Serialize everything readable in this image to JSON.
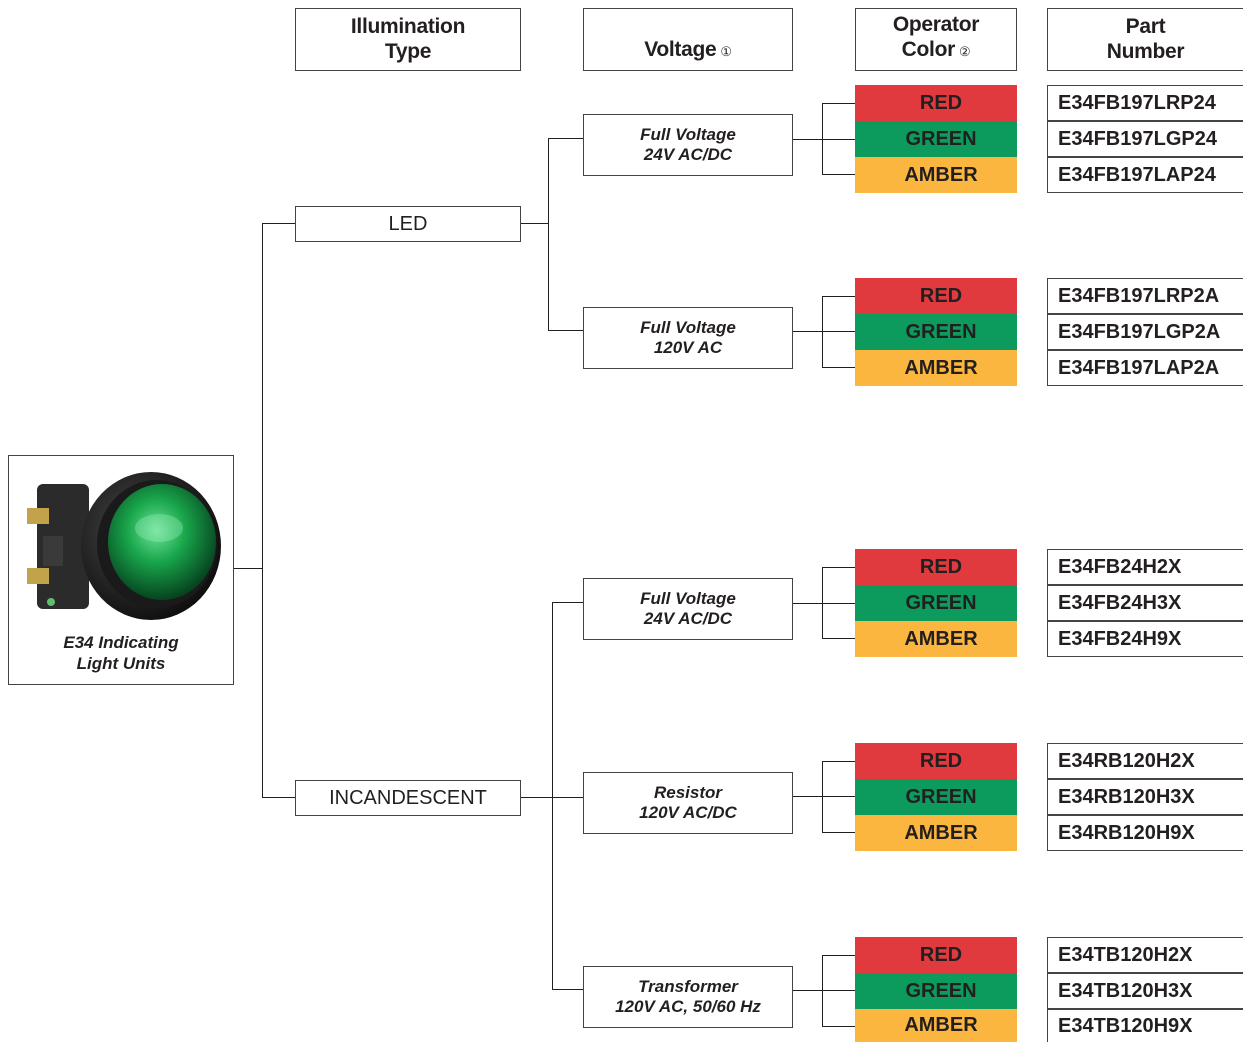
{
  "headers": {
    "illumination_type": [
      "Illumination",
      "Type"
    ],
    "voltage": "Voltage",
    "voltage_note": "①",
    "operator_color": [
      "Operator",
      "Color"
    ],
    "operator_color_note": "②",
    "part_number": [
      "Part",
      "Number"
    ]
  },
  "product": {
    "caption": [
      "E34 Indicating",
      "Light Units"
    ]
  },
  "illumination_types": [
    {
      "label": "LED",
      "voltages": [
        {
          "lines": [
            "Full Voltage",
            "24V AC/DC"
          ],
          "options": [
            {
              "color": "RED",
              "part": "E34FB197LRP24"
            },
            {
              "color": "GREEN",
              "part": "E34FB197LGP24"
            },
            {
              "color": "AMBER",
              "part": "E34FB197LAP24"
            }
          ]
        },
        {
          "lines": [
            "Full Voltage",
            "120V AC"
          ],
          "options": [
            {
              "color": "RED",
              "part": "E34FB197LRP2A"
            },
            {
              "color": "GREEN",
              "part": "E34FB197LGP2A"
            },
            {
              "color": "AMBER",
              "part": "E34FB197LAP2A"
            }
          ]
        }
      ]
    },
    {
      "label": "INCANDESCENT",
      "voltages": [
        {
          "lines": [
            "Full Voltage",
            "24V AC/DC"
          ],
          "options": [
            {
              "color": "RED",
              "part": "E34FB24H2X"
            },
            {
              "color": "GREEN",
              "part": "E34FB24H3X"
            },
            {
              "color": "AMBER",
              "part": "E34FB24H9X"
            }
          ]
        },
        {
          "lines": [
            "Resistor",
            "120V AC/DC"
          ],
          "options": [
            {
              "color": "RED",
              "part": "E34RB120H2X"
            },
            {
              "color": "GREEN",
              "part": "E34RB120H3X"
            },
            {
              "color": "AMBER",
              "part": "E34RB120H9X"
            }
          ]
        },
        {
          "lines": [
            "Transformer",
            "120V AC, 50/60 Hz"
          ],
          "options": [
            {
              "color": "RED",
              "part": "E34TB120H2X"
            },
            {
              "color": "GREEN",
              "part": "E34TB120H3X"
            },
            {
              "color": "AMBER",
              "part": "E34TB120H9X"
            }
          ]
        }
      ]
    }
  ],
  "colors": {
    "RED": "#e03a3e",
    "GREEN": "#0d9a5d",
    "AMBER": "#fbb63f",
    "line": "#231f20"
  }
}
